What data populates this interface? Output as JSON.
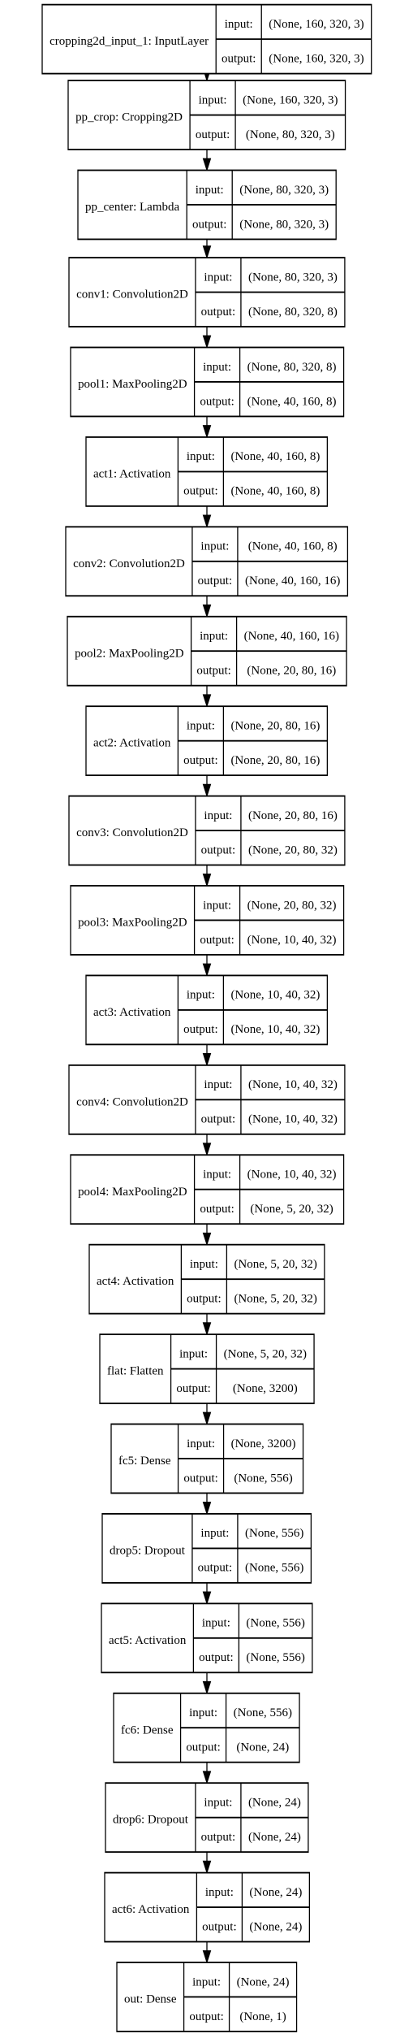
{
  "io_labels": {
    "input": "input:",
    "output": "output:"
  },
  "nodes": [
    {
      "name": "cropping2d_input_1: InputLayer",
      "input": "(None, 160, 320, 3)",
      "output": "(None, 160, 320, 3)"
    },
    {
      "name": "pp_crop: Cropping2D",
      "input": "(None, 160, 320, 3)",
      "output": "(None, 80, 320, 3)"
    },
    {
      "name": "pp_center: Lambda",
      "input": "(None, 80, 320, 3)",
      "output": "(None, 80, 320, 3)"
    },
    {
      "name": "conv1: Convolution2D",
      "input": "(None, 80, 320, 3)",
      "output": "(None, 80, 320, 8)"
    },
    {
      "name": "pool1: MaxPooling2D",
      "input": "(None, 80, 320, 8)",
      "output": "(None, 40, 160, 8)"
    },
    {
      "name": "act1: Activation",
      "input": "(None, 40, 160, 8)",
      "output": "(None, 40, 160, 8)"
    },
    {
      "name": "conv2: Convolution2D",
      "input": "(None, 40, 160, 8)",
      "output": "(None, 40, 160, 16)"
    },
    {
      "name": "pool2: MaxPooling2D",
      "input": "(None, 40, 160, 16)",
      "output": "(None, 20, 80, 16)"
    },
    {
      "name": "act2: Activation",
      "input": "(None, 20, 80, 16)",
      "output": "(None, 20, 80, 16)"
    },
    {
      "name": "conv3: Convolution2D",
      "input": "(None, 20, 80, 16)",
      "output": "(None, 20, 80, 32)"
    },
    {
      "name": "pool3: MaxPooling2D",
      "input": "(None, 20, 80, 32)",
      "output": "(None, 10, 40, 32)"
    },
    {
      "name": "act3: Activation",
      "input": "(None, 10, 40, 32)",
      "output": "(None, 10, 40, 32)"
    },
    {
      "name": "conv4: Convolution2D",
      "input": "(None, 10, 40, 32)",
      "output": "(None, 10, 40, 32)"
    },
    {
      "name": "pool4: MaxPooling2D",
      "input": "(None, 10, 40, 32)",
      "output": "(None, 5, 20, 32)"
    },
    {
      "name": "act4: Activation",
      "input": "(None, 5, 20, 32)",
      "output": "(None, 5, 20, 32)"
    },
    {
      "name": "flat: Flatten",
      "input": "(None, 5, 20, 32)",
      "output": "(None, 3200)"
    },
    {
      "name": "fc5: Dense",
      "input": "(None, 3200)",
      "output": "(None, 556)"
    },
    {
      "name": "drop5: Dropout",
      "input": "(None, 556)",
      "output": "(None, 556)"
    },
    {
      "name": "act5: Activation",
      "input": "(None, 556)",
      "output": "(None, 556)"
    },
    {
      "name": "fc6: Dense",
      "input": "(None, 556)",
      "output": "(None, 24)"
    },
    {
      "name": "drop6: Dropout",
      "input": "(None, 24)",
      "output": "(None, 24)"
    },
    {
      "name": "act6: Activation",
      "input": "(None, 24)",
      "output": "(None, 24)"
    },
    {
      "name": "out: Dense",
      "input": "(None, 24)",
      "output": "(None, 1)"
    }
  ]
}
